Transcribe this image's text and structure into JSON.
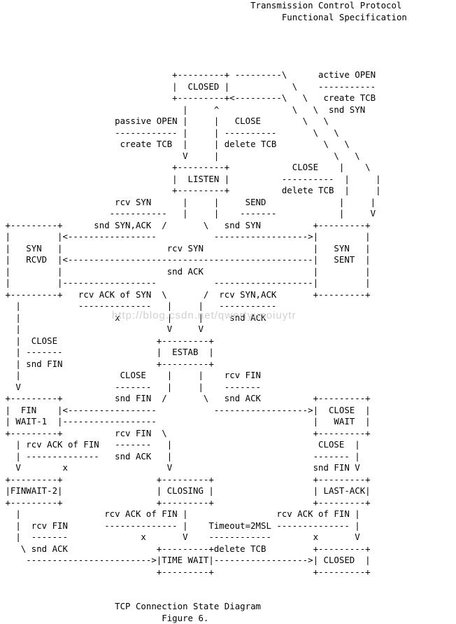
{
  "diagram_lines": [
    "                                                Transmission Control Protocol",
    "                                                      Functional Specification",
    "",
    "",
    "",
    "",
    "                                 +---------+ ---------\\      active OPEN",
    "                                 |  CLOSED |            \\    -----------",
    "                                 +---------+<---------\\   \\   create TCB",
    "                                   |     ^              \\   \\  snd SYN",
    "                      passive OPEN |     |   CLOSE        \\   \\",
    "                      ------------ |     | ----------       \\   \\",
    "                       create TCB  |     | delete TCB         \\   \\",
    "                                   V     |                      \\   \\",
    "                                 +---------+            CLOSE    |    \\",
    "                                 |  LISTEN |          ----------  |     |",
    "                                 +---------+          delete TCB  |     |",
    "                      rcv SYN      |     |     SEND              |     |",
    "                     -----------   |     |    -------            |     V",
    " +---------+      snd SYN,ACK  /       \\   snd SYN          +---------+",
    " |         |<-----------------           ------------------>|         |",
    " |   SYN   |                    rcv SYN                     |   SYN   |",
    " |   RCVD  |<-----------------------------------------------|   SENT  |",
    " |         |                    snd ACK                     |         |",
    " |         |------------------           -------------------|         |",
    " +---------+   rcv ACK of SYN  \\       /  rcv SYN,ACK       +---------+",
    "   |           --------------   |     |   -----------",
    "   |                  x         |     |     snd ACK",
    "   |                            V     V",
    "   |  CLOSE                   +---------+",
    "   | -------                  |  ESTAB  |",
    "   | snd FIN                  +---------+",
    "   |                   CLOSE    |     |    rcv FIN",
    "   V                  -------   |     |    -------",
    " +---------+          snd FIN  /       \\   snd ACK          +---------+",
    " |  FIN    |<-----------------           ------------------>|  CLOSE  |",
    " | WAIT-1  |------------------                              |   WAIT  |",
    " +---------+          rcv FIN  \\                            +---------+",
    "   | rcv ACK of FIN   -------   |                            CLOSE  |",
    "   | --------------   snd ACK   |                           ------- |",
    "   V        x                   V                           snd FIN V",
    " +---------+                  +---------+                   +---------+",
    " |FINWAIT-2|                  | CLOSING |                   | LAST-ACK|",
    " +---------+                  +---------+                   +---------+",
    "   |                rcv ACK of FIN |                 rcv ACK of FIN |",
    "   |  rcv FIN       -------------- |    Timeout=2MSL -------------- |",
    "   |  -------              x       V    ------------        x       V",
    "    \\ snd ACK                 +---------+delete TCB         +---------+",
    "     ------------------------>|TIME WAIT|------------------>| CLOSED  |",
    "                              +---------+                   +---------+",
    "",
    "",
    "                      TCP Connection State Diagram",
    "                               Figure 6."
  ],
  "watermark": "http://blog.csdn.net/qwertyupoiuytr"
}
